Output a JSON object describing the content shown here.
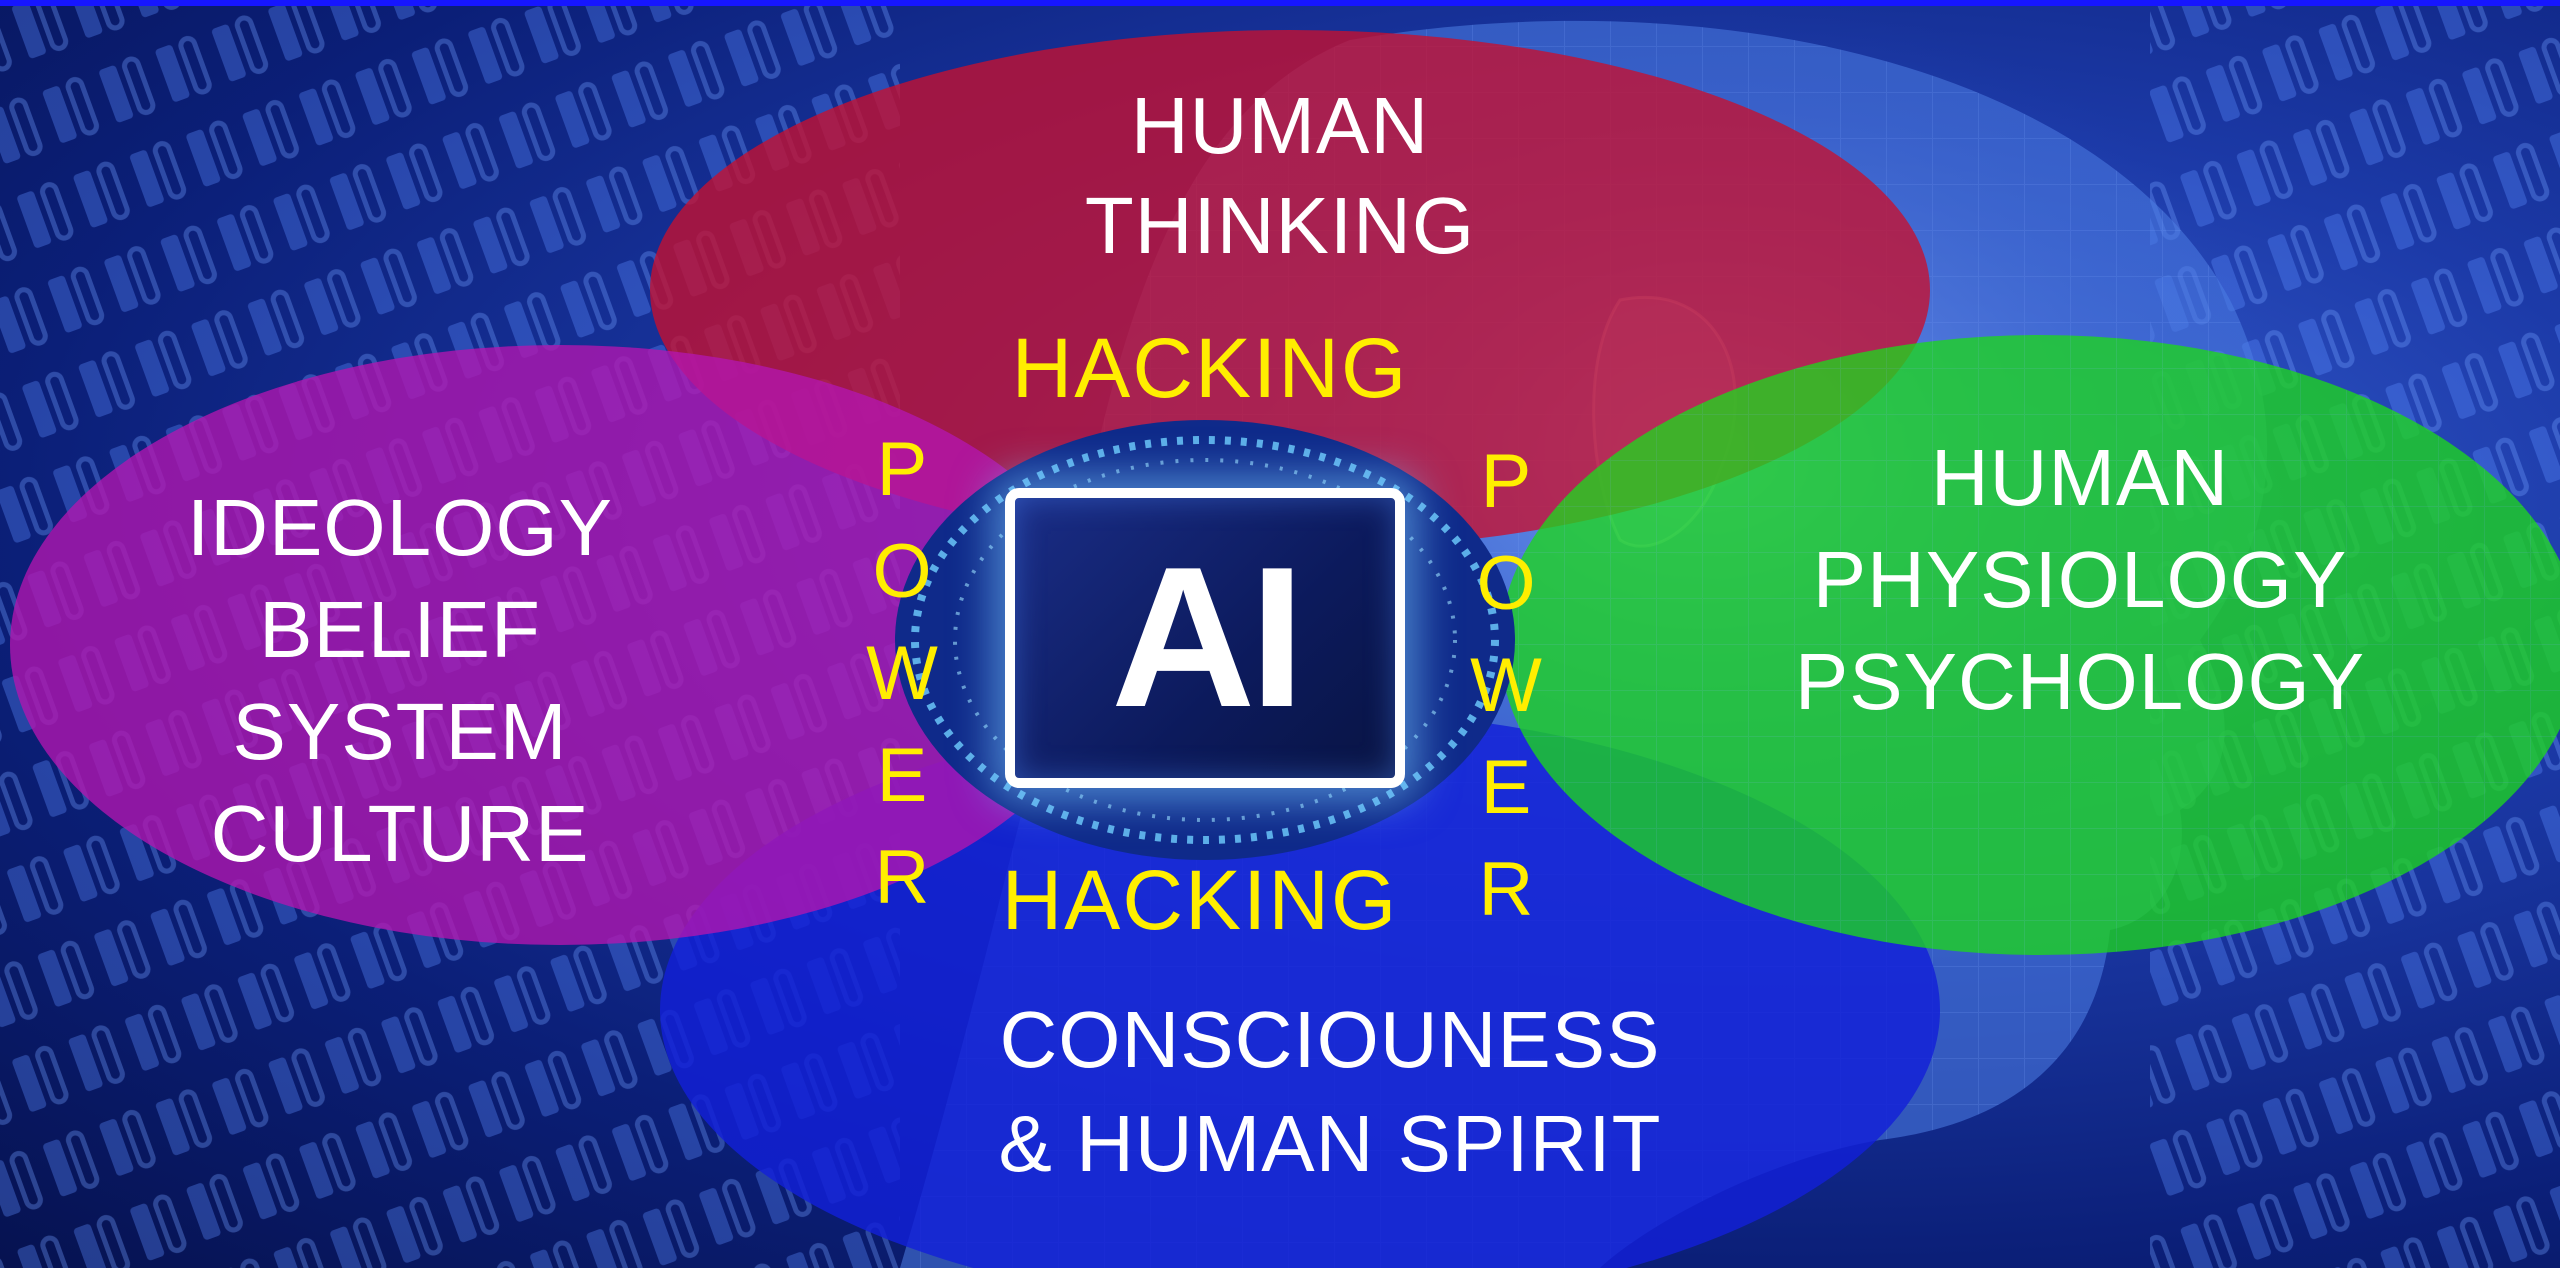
{
  "colors": {
    "top_ellipse": "#c8102e",
    "left_ellipse": "#b316b0",
    "right_ellipse": "#1ed61e",
    "bottom_ellipse": "#1220d8",
    "label_white": "#ffffff",
    "label_yellow": "#ffee00",
    "top_bar": "#1616ff"
  },
  "chip": {
    "label": "AI",
    "icon": "ai-chip-icon"
  },
  "domains": {
    "top": {
      "line1": "HUMAN",
      "line2": "THINKING"
    },
    "left": {
      "line1": "IDEOLOGY",
      "line2": "BELIEF",
      "line3": "SYSTEM",
      "line4": "CULTURE"
    },
    "right": {
      "line1": "HUMAN",
      "line2": "PHYSIOLOGY",
      "line3": "PSYCHOLOGY"
    },
    "bottom": {
      "line1": "CONSCIOUNESS",
      "line2": "& HUMAN SPIRIT"
    }
  },
  "arrows": {
    "hacking_top": "HACKING",
    "hacking_bottom": "HACKING",
    "power_left": [
      "P",
      "O",
      "W",
      "E",
      "R"
    ],
    "power_right": [
      "P",
      "O",
      "W",
      "E",
      "R"
    ]
  }
}
